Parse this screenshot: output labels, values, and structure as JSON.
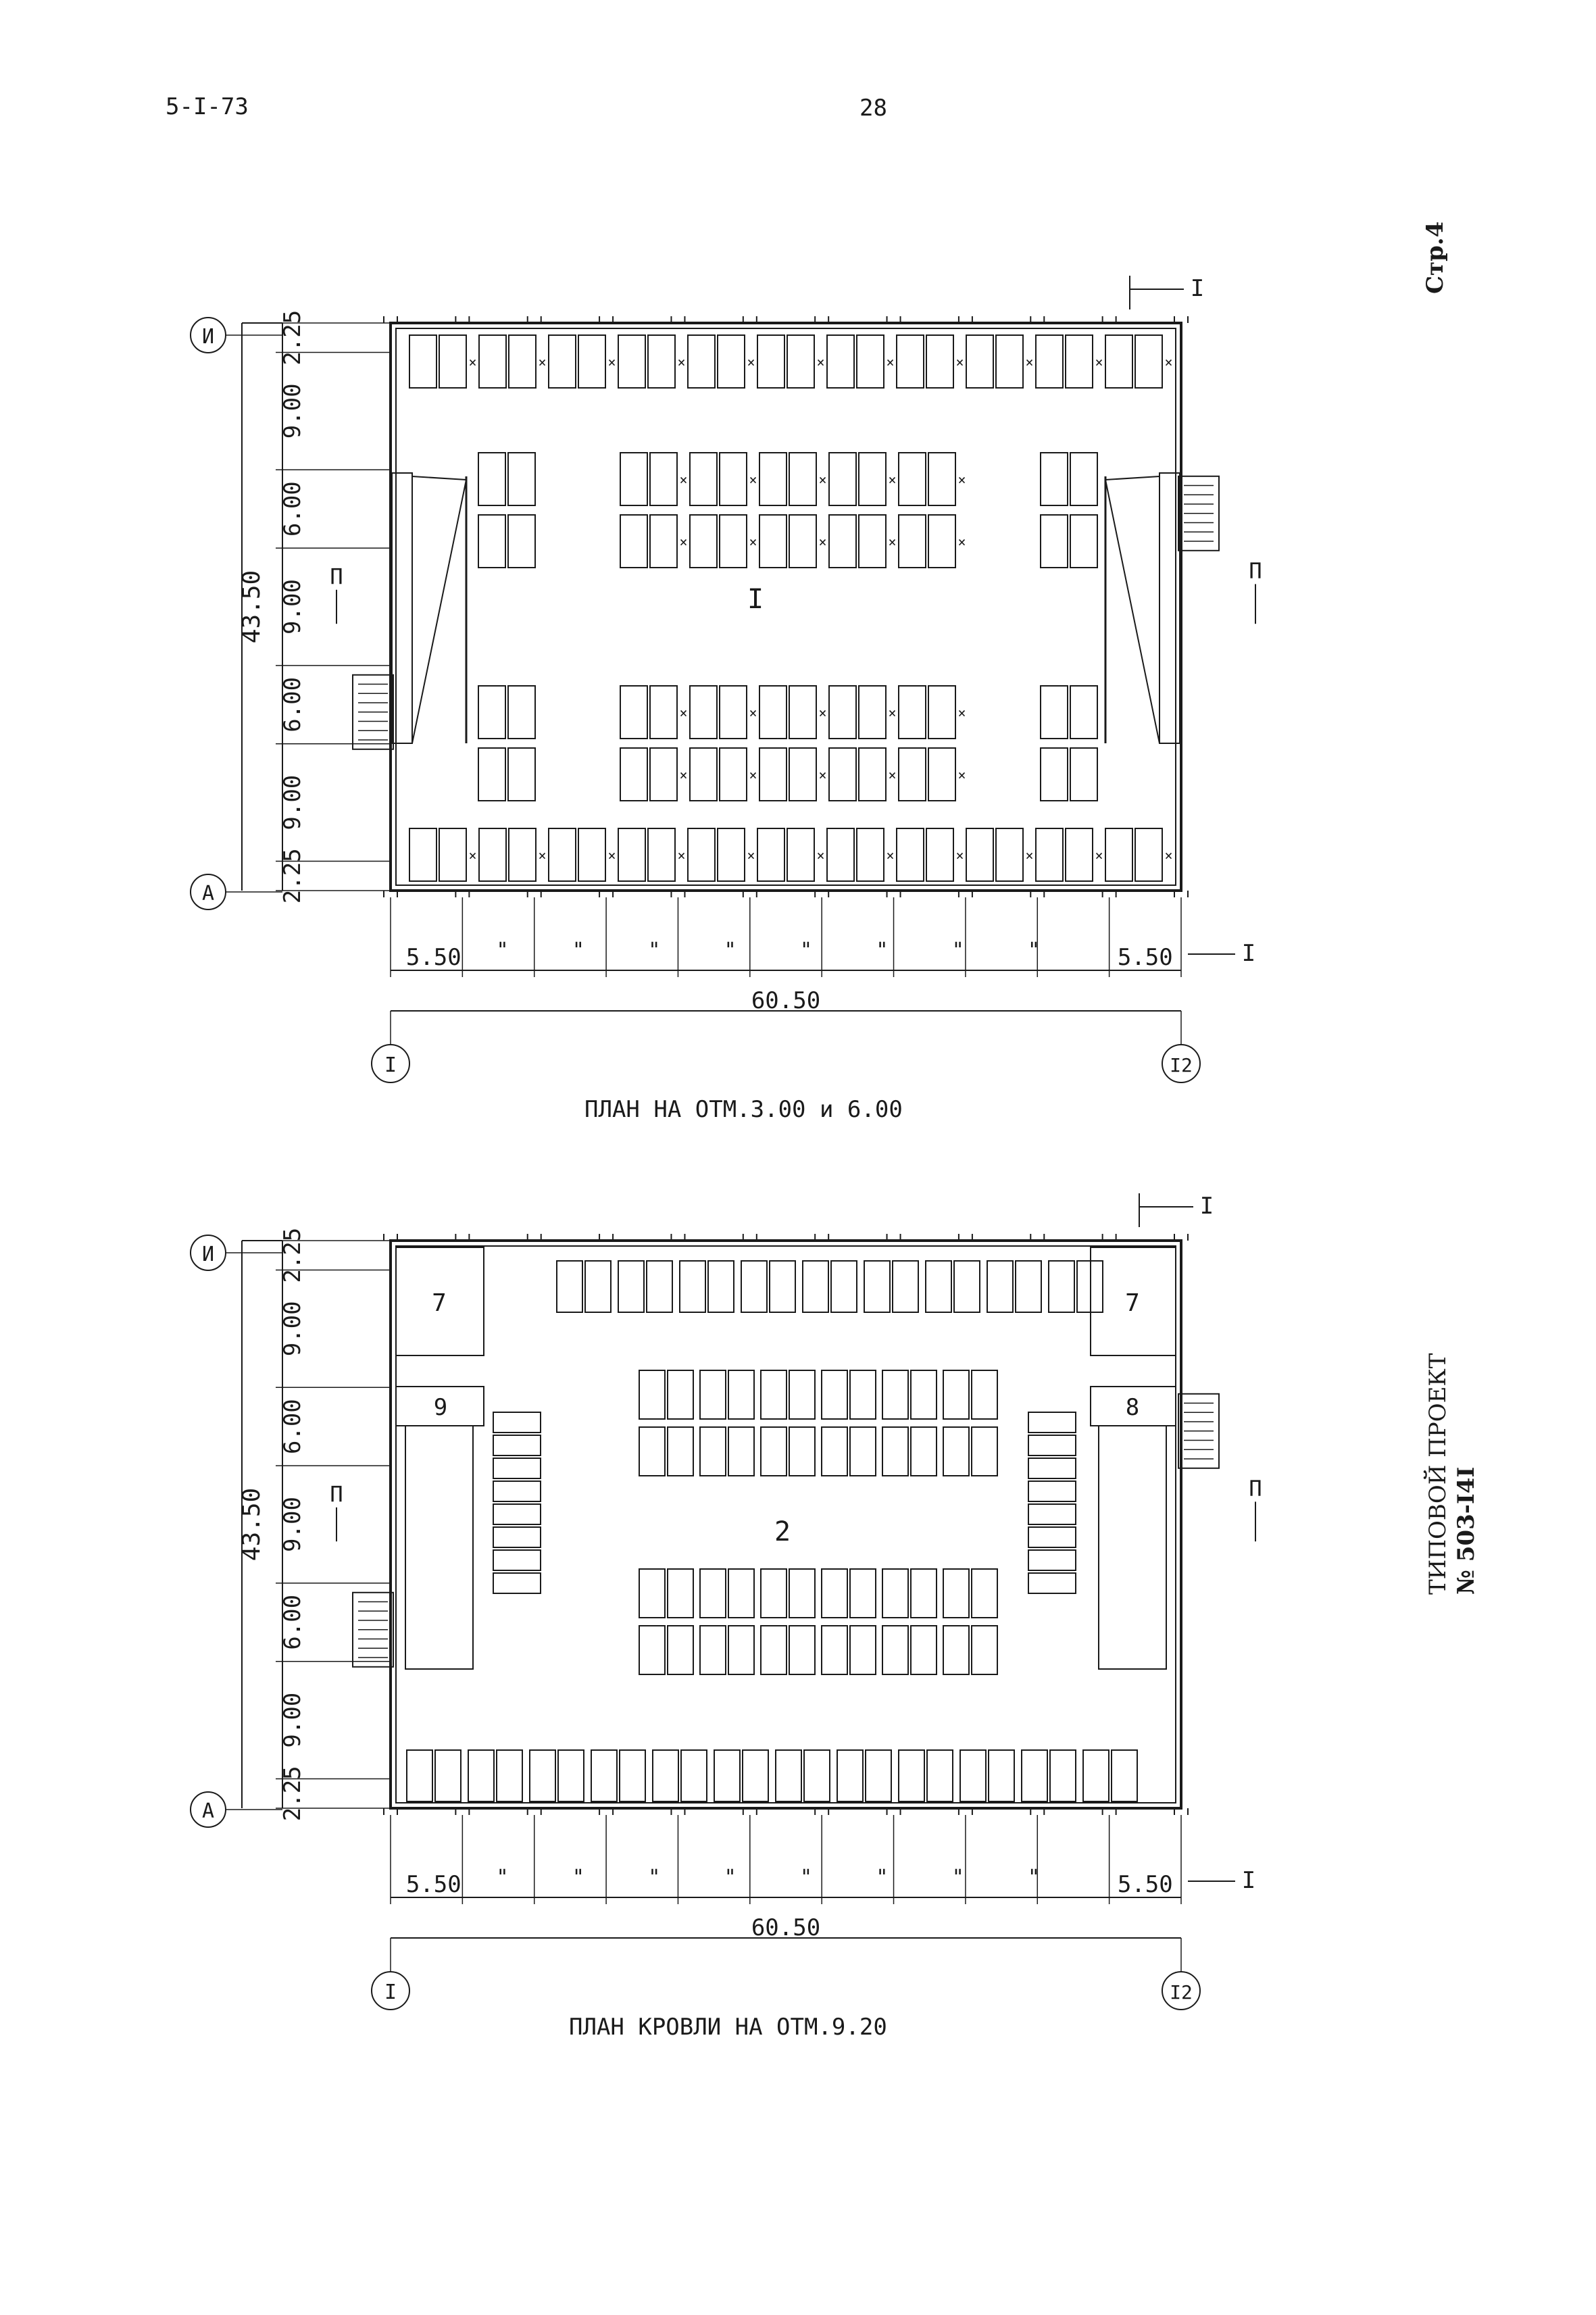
{
  "header": {
    "code": "5-I-73",
    "page_number": "28"
  },
  "side": {
    "sheet": "Стр.4",
    "project_line1": "ТИПОВОЙ ПРОЕКТ",
    "project_line2": "№ 503-I4I"
  },
  "plan1": {
    "caption": "ПЛАН НА ОТМ.3.00 и 6.00",
    "room_label": "I",
    "axis_top": "И",
    "axis_bottom": "А",
    "axis_left": "I",
    "axis_right": "I2",
    "dims_v": [
      "2.25",
      "9.00",
      "6.00",
      "9.00",
      "6.00",
      "9.00",
      "2.25"
    ],
    "dim_total_v": "43.50",
    "dims_h": [
      "5.50",
      "\"",
      "\"",
      "\"",
      "\"",
      "\"",
      "\"",
      "\"",
      "\"",
      "5.50"
    ],
    "dim_total_h": "60.50",
    "section_label": "I",
    "section_label_2": "П"
  },
  "plan2": {
    "caption": "ПЛАН КРОВЛИ НА ОТМ.9.20",
    "room_label": "2",
    "rooms": [
      "7",
      "7",
      "9",
      "8"
    ],
    "axis_top": "И",
    "axis_bottom": "А",
    "axis_left": "I",
    "axis_right": "I2",
    "dims_v": [
      "2.25",
      "9.00",
      "6.00",
      "9.00",
      "6.00",
      "9.00",
      "2.25"
    ],
    "dim_total_v": "43.50",
    "dims_h": [
      "5.50",
      "\"",
      "\"",
      "\"",
      "\"",
      "\"",
      "\"",
      "\"",
      "\"",
      "5.50"
    ],
    "dim_total_h": "60.50",
    "section_label": "I",
    "section_label_2": "П"
  }
}
